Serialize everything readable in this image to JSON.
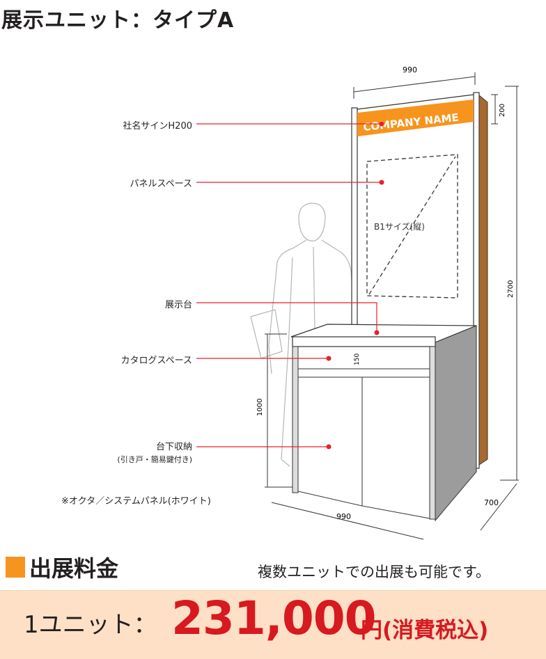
{
  "title": "展示ユニット：タイプA",
  "diagram": {
    "sign_text": "COMPANY NAME",
    "panel_size_label": "B1サイズ(縦)",
    "dimensions": {
      "top_width": "990",
      "sign_height": "200",
      "total_height": "2700",
      "counter_height": "1000",
      "catalog_height": "150",
      "depth": "700",
      "bottom_width": "990"
    },
    "callouts": {
      "sign": "社名サインH200",
      "panel": "パネルスペース",
      "counter": "展示台",
      "catalog": "カタログスペース",
      "storage": "台下収納",
      "storage_note": "(引き戸・簡易鍵付き)"
    },
    "footnote": "※オクタ／システムパネル(ホワイト)",
    "colors": {
      "accent": "#f7941d",
      "callout": "#e8202a",
      "side_panel": "#a8692e"
    }
  },
  "pricing": {
    "heading": "出展料金",
    "multi_unit_note": "複数ユニットでの出展も可能です。",
    "unit_label": "1ユニット：",
    "price": "231,000",
    "currency_note": "円(消費税込)"
  }
}
